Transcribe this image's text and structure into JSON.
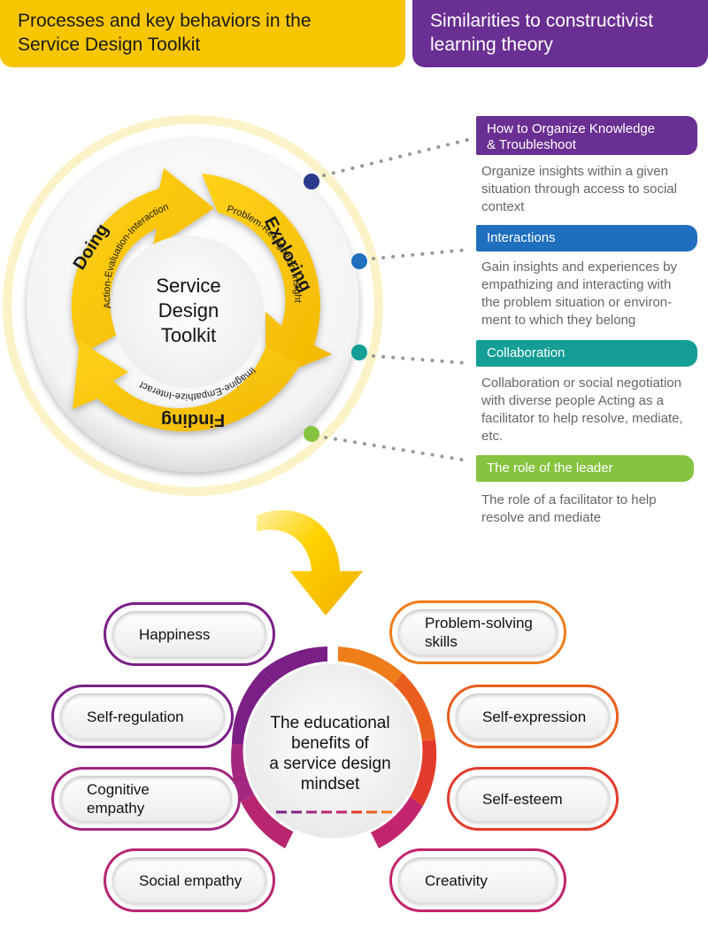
{
  "header": {
    "left_title": "Processes and key behaviors in the Service Design Toolkit",
    "right_title": "Similarities to constructivist learning theory"
  },
  "cycle": {
    "center": [
      "Service",
      "Design",
      "Toolkit"
    ],
    "stages": [
      {
        "name": "Doing",
        "behaviors": "Action-Evaluation-Interaction"
      },
      {
        "name": "Exploring",
        "behaviors": "Problem-Recognition-Insight"
      },
      {
        "name": "Finding",
        "behaviors": "Imagine-Empathize-Interact"
      }
    ]
  },
  "categories": [
    {
      "label": [
        "How to Organize Knowledge",
        "& Troubleshoot"
      ],
      "color": "#6a2f92",
      "desc": [
        "Organize insights within a given",
        "situation through access to social",
        "context"
      ]
    },
    {
      "label": [
        "Interactions"
      ],
      "color": "#1f6fbf",
      "desc": [
        "Gain insights and experiences by",
        "empathizing and interacting with",
        "the problem situation or environ-",
        "ment to which they belong"
      ]
    },
    {
      "label": [
        "Collaboration"
      ],
      "color": "#149e95",
      "desc": [
        "Collaboration or social negotiation",
        "with diverse people Acting as a",
        "facilitator to help resolve, mediate,",
        "etc."
      ]
    },
    {
      "label": [
        "The role of the leader"
      ],
      "color": "#86c33f",
      "desc": [
        "The role of a facilitator to help",
        "resolve and mediate"
      ]
    }
  ],
  "benefits": {
    "title": [
      "The educational",
      "benefits of",
      "a service design",
      "mindset"
    ],
    "left": [
      {
        "label": [
          "Happiness"
        ],
        "color": "#7a1f86"
      },
      {
        "label": [
          "Self-regulation"
        ],
        "color": "#7a1f86"
      },
      {
        "label": [
          "Cognitive",
          "empathy"
        ],
        "color": "#a3277f"
      },
      {
        "label": [
          "Social empathy"
        ],
        "color": "#b8266f"
      }
    ],
    "right": [
      {
        "label": [
          "Problem-solving",
          "skills"
        ],
        "color": "#ef7d1a"
      },
      {
        "label": [
          "Self-expression"
        ],
        "color": "#e95e1e"
      },
      {
        "label": [
          "Self-esteem"
        ],
        "color": "#e23b2c"
      },
      {
        "label": [
          "Creativity"
        ],
        "color": "#c2246d"
      }
    ]
  }
}
